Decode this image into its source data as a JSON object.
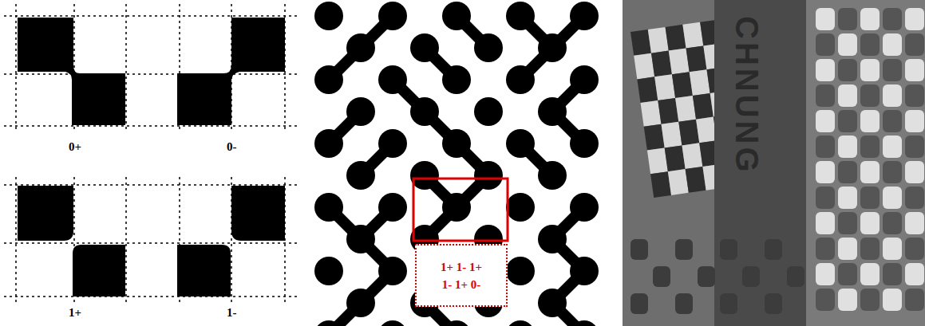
{
  "diagram": {
    "nodes": [
      {
        "text": [
          "1+ 1- 1+",
          "1- 1+ 0-"
        ]
      }
    ],
    "labels": [
      "0+",
      "0-",
      "1+",
      "1-",
      "CHNUNG"
    ]
  }
}
